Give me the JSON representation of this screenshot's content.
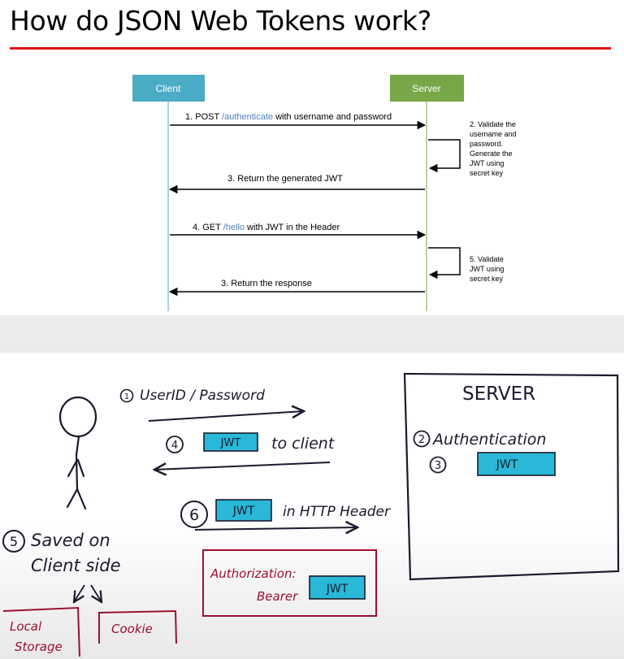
{
  "page_title": "How do JSON Web Tokens work?",
  "colors": {
    "title_rule": "#e0101b",
    "client_box": "#4bacc6",
    "server_box": "#77a747",
    "path_blue": "#4f81bd",
    "jwt_box": "#29b8d8",
    "ink": "#1a1a2e",
    "red_ink": "#9b1030"
  },
  "sequence_diagram": {
    "client_label": "Client",
    "server_label": "Server",
    "step1": {
      "prefix": "1. POST ",
      "path": "/authenticate",
      "suffix": " with username and password"
    },
    "step2_lines": [
      "2. Validate the",
      "username and",
      "password.",
      "Generate the",
      "JWT using",
      "secret key"
    ],
    "step3a": "3. Return the generated JWT",
    "step4": {
      "prefix": "4.  GET ",
      "path": "/hello",
      "suffix": " with JWT in the Header"
    },
    "step5_lines": [
      "5. Validate",
      "JWT using",
      "secret key"
    ],
    "step3b": "3. Return the response"
  },
  "sketch": {
    "step1_num": "1",
    "step1_text": "UserID / Password",
    "step4_num": "4",
    "jwt": "JWT",
    "step4_text": "to client",
    "step6_num": "6",
    "step6_text": "in HTTP Header",
    "step5_num": "5",
    "step5_line1": "Saved on",
    "step5_line2": "Client side",
    "local_line1": "Local",
    "local_line2": "Storage",
    "cookie": "Cookie",
    "auth_line1": "Authorization:",
    "auth_bearer": "Bearer",
    "server_title": "SERVER",
    "step2_num": "2",
    "step2_text": "Authentication",
    "step3_num": "3"
  }
}
